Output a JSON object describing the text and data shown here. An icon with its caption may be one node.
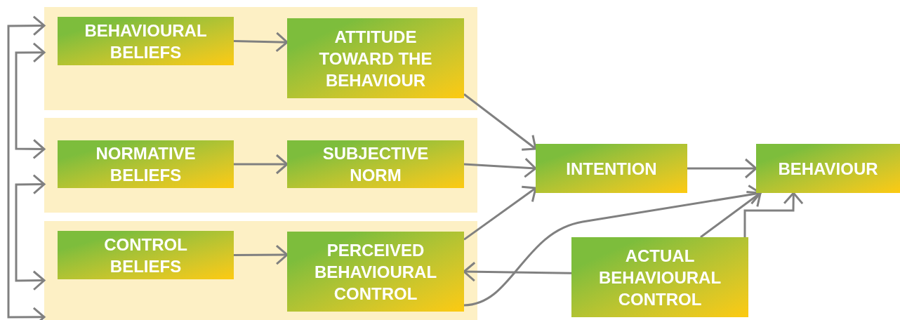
{
  "diagram": {
    "nodes": [
      {
        "text": [],
        "shape": "box"
      },
      {
        "text": [
          "BEHAVIOURAL BELIEFS"
        ],
        "in": 0
      },
      {
        "text": [
          "ATTITUDE TOWARD THE BEHAVIOUR"
        ],
        "in": 0
      },
      {
        "text": [],
        "shape": "box"
      },
      {
        "text": [
          "NORMATIVE BELIEFS"
        ],
        "in": 3
      },
      {
        "text": [
          "SUBJECTIVE NORM"
        ],
        "in": 3
      },
      {
        "text": [],
        "shape": "box"
      },
      {
        "text": [
          "CONTROL BELIEFS"
        ],
        "in": 6
      },
      {
        "text": [
          "PERCEIVED BEHAVIOURAL CONTROL"
        ],
        "in": 6
      },
      {
        "text": [
          "INTENTION"
        ]
      },
      {
        "text": [
          "BEHAVIOUR"
        ]
      },
      {
        "text": [
          "ACTUAL BEHAVIOURAL CONTROL"
        ]
      }
    ],
    "edges": [
      {
        "from": 1,
        "to": 2,
        "arrow": "to"
      },
      {
        "from": 4,
        "to": 5,
        "arrow": "to"
      },
      {
        "from": 7,
        "to": 8,
        "arrow": "to"
      },
      {
        "from": 2,
        "to": 9,
        "arrow": "to"
      },
      {
        "from": 5,
        "to": 9,
        "arrow": "to"
      },
      {
        "from": 8,
        "to": 9,
        "arrow": "to"
      },
      {
        "from": 9,
        "to": 10,
        "arrow": "to"
      },
      {
        "from": 11,
        "to": 8,
        "arrow": "to"
      },
      {
        "from": 8,
        "to": 10,
        "arrow": "to"
      },
      {
        "from": 11,
        "to": 10,
        "arrow": "to"
      },
      {
        "from": 11,
        "to": 10,
        "arrow": "to"
      },
      {
        "from": 0,
        "to": 6,
        "arrow": "both"
      },
      {
        "from": 0,
        "to": 3,
        "arrow": "both"
      },
      {
        "from": 3,
        "to": 6,
        "arrow": "both"
      }
    ]
  }
}
